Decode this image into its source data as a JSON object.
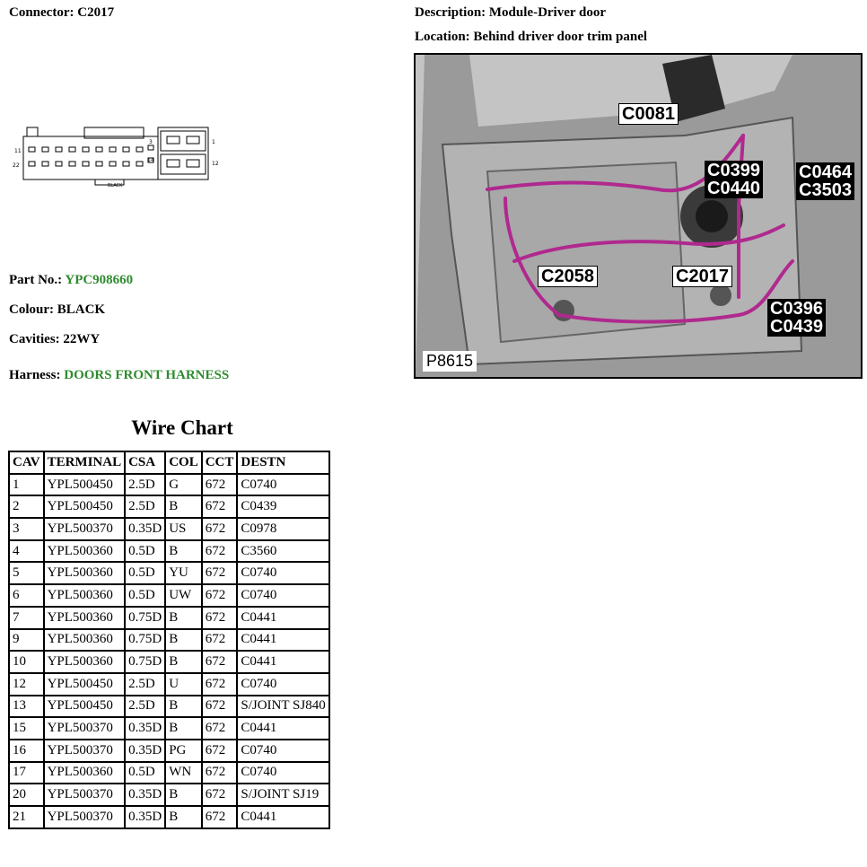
{
  "header": {
    "connector": "Connector: C2017",
    "description": "Description: Module-Driver door",
    "location": "Location: Behind driver door trim panel"
  },
  "connector_drawing": {
    "pin_labels": [
      "11",
      "22",
      "3",
      "14",
      "1",
      "12"
    ],
    "colour_caption": "BLACK"
  },
  "details": {
    "part_label": "Part No.:",
    "part_value": "YPC908660",
    "colour": "Colour: BLACK",
    "cavities": "Cavities: 22WY",
    "harness_label": "Harness:",
    "harness_value": "DOORS FRONT HARNESS"
  },
  "photo": {
    "ref": "P8615",
    "callouts": {
      "c0081": "C0081",
      "c0399": "C0399",
      "c0440": "C0440",
      "c0464": "C0464",
      "c3503": "C3503",
      "c2058": "C2058",
      "c2017": "C2017",
      "c0396": "C0396",
      "c0439": "C0439"
    }
  },
  "wire_chart": {
    "title": "Wire Chart",
    "columns": [
      "CAV",
      "TERMINAL",
      "CSA",
      "COL",
      "CCT",
      "DESTN"
    ],
    "rows": [
      [
        "1",
        "YPL500450",
        "2.5D",
        "G",
        "672",
        "C0740"
      ],
      [
        "2",
        "YPL500450",
        "2.5D",
        "B",
        "672",
        "C0439"
      ],
      [
        "3",
        "YPL500370",
        "0.35D",
        "US",
        "672",
        "C0978"
      ],
      [
        "4",
        "YPL500360",
        "0.5D",
        "B",
        "672",
        "C3560"
      ],
      [
        "5",
        "YPL500360",
        "0.5D",
        "YU",
        "672",
        "C0740"
      ],
      [
        "6",
        "YPL500360",
        "0.5D",
        "UW",
        "672",
        "C0740"
      ],
      [
        "7",
        "YPL500360",
        "0.75D",
        "B",
        "672",
        "C0441"
      ],
      [
        "9",
        "YPL500360",
        "0.75D",
        "B",
        "672",
        "C0441"
      ],
      [
        "10",
        "YPL500360",
        "0.75D",
        "B",
        "672",
        "C0441"
      ],
      [
        "12",
        "YPL500450",
        "2.5D",
        "U",
        "672",
        "C0740"
      ],
      [
        "13",
        "YPL500450",
        "2.5D",
        "B",
        "672",
        "S/JOINT SJ840"
      ],
      [
        "15",
        "YPL500370",
        "0.35D",
        "B",
        "672",
        "C0441"
      ],
      [
        "16",
        "YPL500370",
        "0.35D",
        "PG",
        "672",
        "C0740"
      ],
      [
        "17",
        "YPL500360",
        "0.5D",
        "WN",
        "672",
        "C0740"
      ],
      [
        "20",
        "YPL500370",
        "0.35D",
        "B",
        "672",
        "S/JOINT SJ19"
      ],
      [
        "21",
        "YPL500370",
        "0.35D",
        "B",
        "672",
        "C0441"
      ]
    ]
  },
  "colors": {
    "harness_green": "#2e8b2e",
    "wire_magenta": "#b0298f"
  }
}
